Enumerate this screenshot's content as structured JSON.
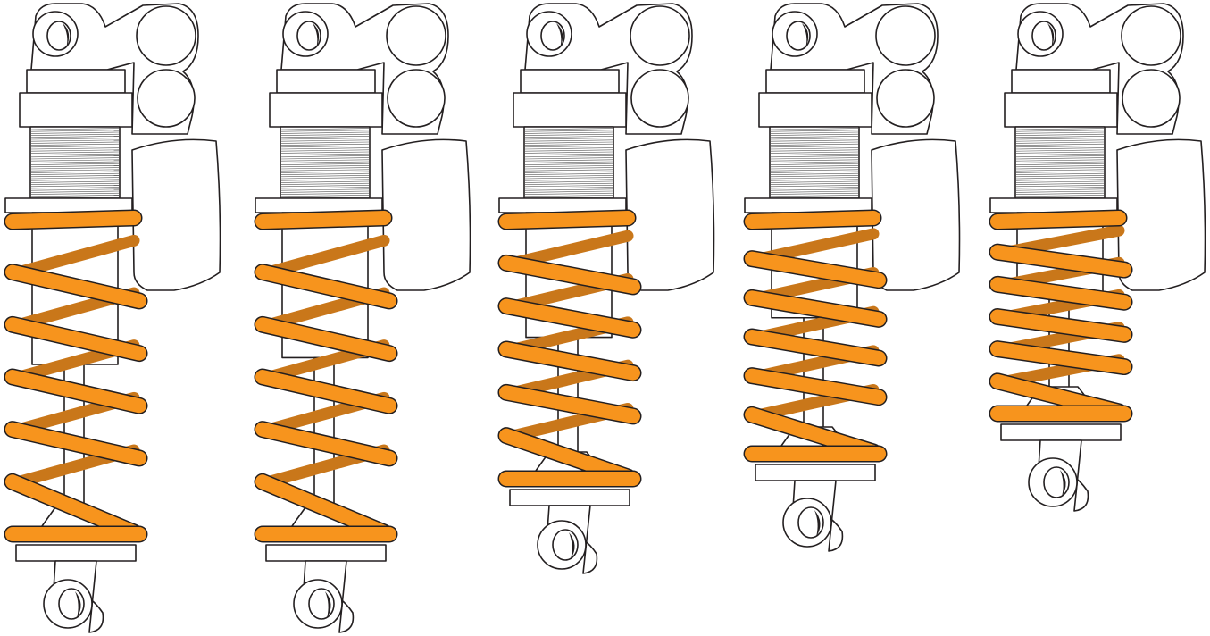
{
  "figure": {
    "description_visible_text": "",
    "shocks": [
      {
        "id": "shock-1",
        "compression": 0.0
      },
      {
        "id": "shock-2",
        "compression": 0.08
      },
      {
        "id": "shock-3",
        "compression": 0.32
      },
      {
        "id": "shock-4",
        "compression": 0.55
      },
      {
        "id": "shock-5",
        "compression": 0.86
      }
    ]
  },
  "colors": {
    "spring": "#f7941d",
    "spring_back": "#c9771a",
    "outline": "#231f20",
    "thread": "#555555",
    "body": "#ffffff"
  }
}
